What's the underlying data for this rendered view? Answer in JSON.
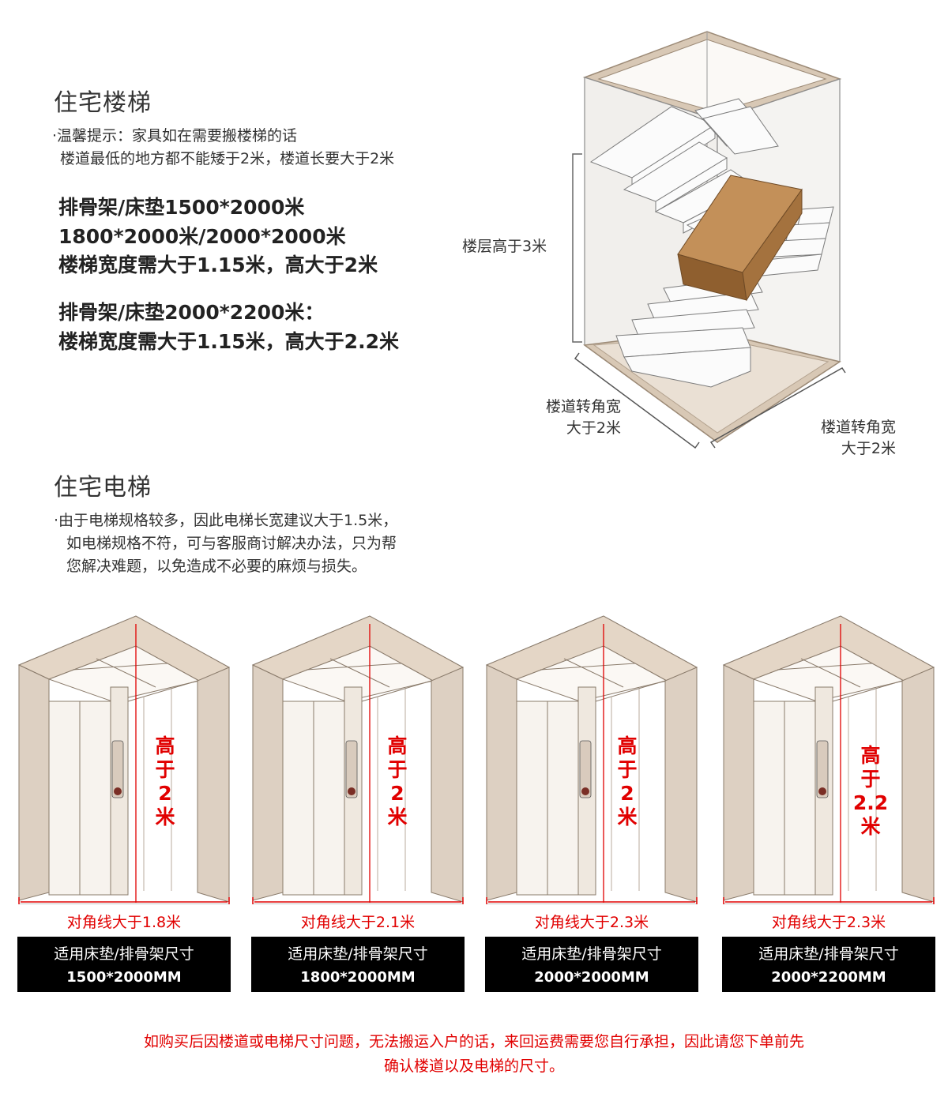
{
  "stairs": {
    "title": "住宅楼梯",
    "tip_line1": "·温馨提示：家具如在需要搬楼梯的话",
    "tip_line2": "楼道最低的地方都不能矮于2米，楼道长要大于2米",
    "spec1_line1": "排骨架/床垫1500*2000米",
    "spec1_line2": "1800*2000米/2000*2000米",
    "spec1_line3": "楼梯宽度需大于1.15米，高大于2米",
    "spec2_line1": "排骨架/床垫2000*2200米：",
    "spec2_line2": "楼梯宽度需大于1.15米，高大于2.2米",
    "diagram": {
      "floor_height": "楼层高于3米",
      "corner_left_1": "楼道转角宽",
      "corner_left_2": "大于2米",
      "corner_right_1": "楼道转角宽",
      "corner_right_2": "大于2米"
    }
  },
  "elevator": {
    "title": "住宅电梯",
    "tip_line1": "·由于电梯规格较多，因此电梯长宽建议大于1.5米，",
    "tip_line2": "如电梯规格不符，可与客服商讨解决办法，只为帮",
    "tip_line3": "您解决难题，以免造成不必要的麻烦与损失。",
    "cards": [
      {
        "h1": "高",
        "h2": "于",
        "h3": "2",
        "h4": "米",
        "diagonal": "对角线大于1.8米",
        "fit": "适用床垫/排骨架尺寸",
        "size": "1500*2000MM"
      },
      {
        "h1": "高",
        "h2": "于",
        "h3": "2",
        "h4": "米",
        "diagonal": "对角线大于2.1米",
        "fit": "适用床垫/排骨架尺寸",
        "size": "1800*2000MM"
      },
      {
        "h1": "高",
        "h2": "于",
        "h3": "2",
        "h4": "米",
        "diagonal": "对角线大于2.3米",
        "fit": "适用床垫/排骨架尺寸",
        "size": "2000*2000MM"
      },
      {
        "h1": "高",
        "h2": "于",
        "h3": "2.2",
        "h4": "米",
        "diagonal": "对角线大于2.3米",
        "fit": "适用床垫/排骨架尺寸",
        "size": "2000*2200MM"
      }
    ]
  },
  "footer": {
    "line1": "如购买后因楼道或电梯尺寸问题，无法搬运入户的话，来回运费需要您自行承担，因此请您下单前先",
    "line2": "确认楼道以及电梯的尺寸。"
  },
  "colors": {
    "accent_red": "#e10000",
    "frame": "#c9b8a5",
    "box": "#a9733f",
    "plate": "#000000"
  }
}
